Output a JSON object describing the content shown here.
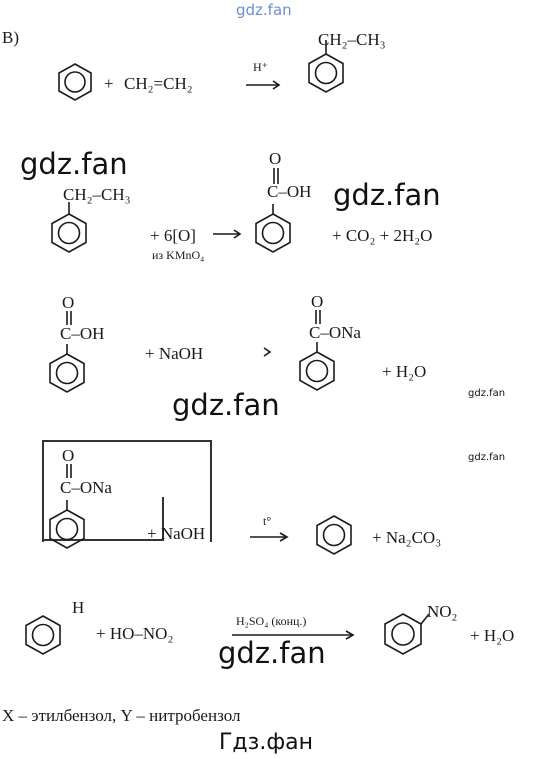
{
  "watermarks": {
    "top": "gdz.fan",
    "big1": "gdz.fan",
    "big2": "gdz.fan",
    "big3": "gdz.fan",
    "big4": "gdz.fan",
    "small1": "gdz.fan",
    "small2": "gdz.fan",
    "bottom": "Гдз.фан"
  },
  "section_label": "В)",
  "reaction1": {
    "plus": "+",
    "ethylene": "CH₂=CH₂",
    "catalyst": "H⁺",
    "product_group": "CH₂–CH₃"
  },
  "reaction2": {
    "reactant_group": "CH₂–CH₃",
    "oxidant": "+ 6[O]",
    "oxidant_source": "из KMnO₄",
    "acid_o": "O",
    "acid_oh": "C–OH",
    "co2": "+  CO₂  + 2H₂O"
  },
  "reaction3": {
    "acid_o": "O",
    "acid_oh": "C–OH",
    "naoh": "+ NaOH",
    "salt_o": "O",
    "salt_ona": "C–ONa",
    "water": "+ H₂O"
  },
  "reaction4": {
    "salt_o": "O",
    "salt_ona": "C–ONa",
    "naoh": "+ NaOH",
    "condition": "t°",
    "product": "+ Na₂CO₃"
  },
  "reaction5": {
    "h": "H",
    "reagent": "+ HO–NO₂",
    "catalyst": "H₂SO₄ (конц.)",
    "nitro": "NO₂",
    "water": "+ H₂O"
  },
  "conclusion": "X – этилбензол, Y – нитробензол"
}
